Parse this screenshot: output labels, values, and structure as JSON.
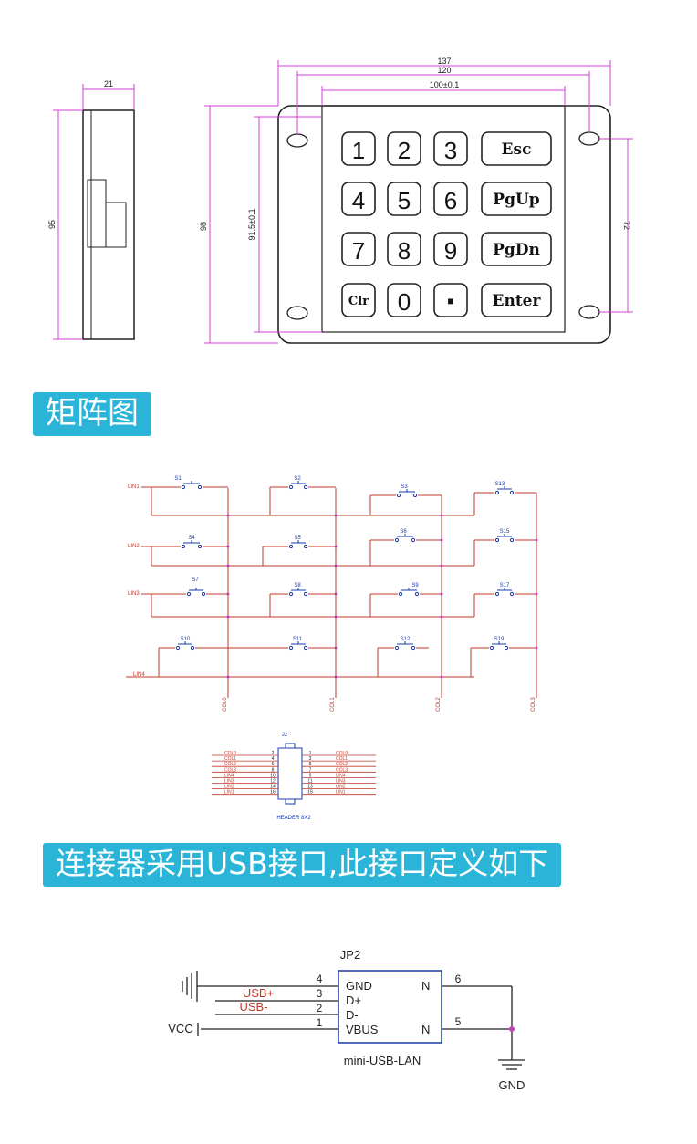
{
  "drawing": {
    "side_width": "21",
    "side_height": "95",
    "front_total_width": "137",
    "front_hole_pitch": "120",
    "front_window_width": "100±0,1",
    "front_height": "98",
    "front_window_height": "91,5±0,1",
    "front_hole_vpitch": "72"
  },
  "keys": [
    [
      "1",
      "2",
      "3",
      "Esc"
    ],
    [
      "4",
      "5",
      "6",
      "PgUp"
    ],
    [
      "7",
      "8",
      "9",
      "PgDn"
    ],
    [
      "Clr",
      "0",
      "■",
      "Enter"
    ]
  ],
  "section1_title": "矩阵图",
  "matrix": {
    "rows": [
      "LIN1",
      "LIN2",
      "LIN3",
      "LIN4"
    ],
    "cols": [
      "COL0",
      "COL1",
      "COL2",
      "COL3"
    ],
    "switches": [
      [
        "S1",
        "S2",
        "S3",
        "S13"
      ],
      [
        "S4",
        "S5",
        "S6",
        "S15"
      ],
      [
        "S7",
        "S8",
        "S9",
        "S17"
      ],
      [
        "S10",
        "S11",
        "S12",
        "S19"
      ]
    ]
  },
  "header": {
    "ref": "J2",
    "name": "HEADER 8X2",
    "left_nets": [
      "COL0",
      "COL1",
      "COL2",
      "COL3",
      "LIN4",
      "LIN3",
      "LIN2",
      "LIN1"
    ],
    "left_pins": [
      "2",
      "4",
      "6",
      "8",
      "10",
      "12",
      "14",
      "16"
    ],
    "right_pins": [
      "1",
      "3",
      "5",
      "7",
      "9",
      "11",
      "13",
      "15"
    ],
    "right_nets": [
      "COL0",
      "COL1",
      "COL2",
      "COL3",
      "LIN4",
      "LIN3",
      "LIN2",
      "LIN1"
    ]
  },
  "section2_title": "连接器采用USB接口,此接口定义如下",
  "usb": {
    "ref": "JP2",
    "part": "mini-USB-LAN",
    "pin_names": [
      "GND",
      "D+",
      "D-",
      "VBUS"
    ],
    "pin_numbers": [
      "4",
      "3",
      "2",
      "1"
    ],
    "right_pins": [
      "6",
      "5"
    ],
    "right_labels": [
      "N",
      "N"
    ],
    "net_usb_plus": "USB+",
    "net_usb_minus": "USB-",
    "vcc": "VCC",
    "gnd": "GND"
  }
}
